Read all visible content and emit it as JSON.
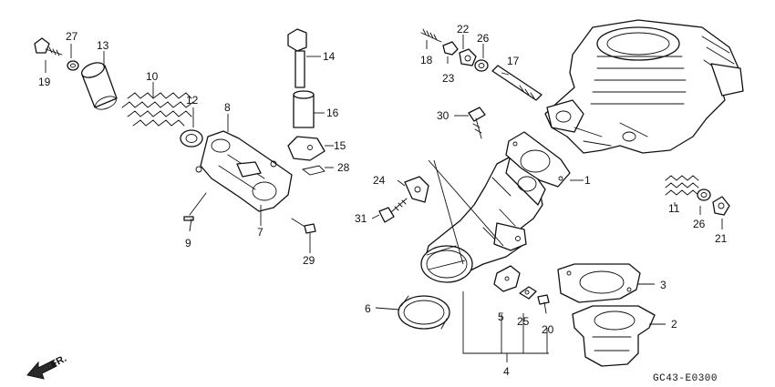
{
  "callouts": {
    "c1": "1",
    "c2": "2",
    "c3": "3",
    "c4": "4",
    "c5": "5",
    "c6": "6",
    "c7": "7",
    "c8": "8",
    "c9": "9",
    "c10": "10",
    "c11": "11",
    "c12": "12",
    "c13": "13",
    "c14": "14",
    "c15": "15",
    "c16": "16",
    "c17": "17",
    "c18": "18",
    "c19": "19",
    "c20": "20",
    "c21": "21",
    "c22": "22",
    "c23": "23",
    "c24": "24",
    "c25": "25",
    "c26a": "26",
    "c26b": "26",
    "c27": "27",
    "c28": "28",
    "c29": "29",
    "c30": "30",
    "c31": "31"
  },
  "direction_label": "FR.",
  "drawing_code": "GC43-E0300"
}
